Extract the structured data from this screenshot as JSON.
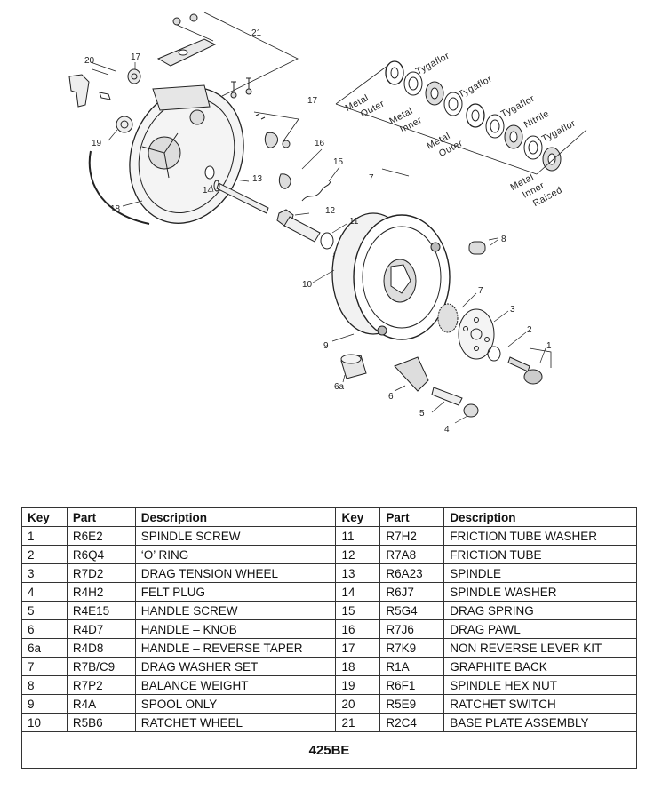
{
  "callouts": {
    "k1": "1",
    "k2": "2",
    "k3": "3",
    "k4": "4",
    "k5": "5",
    "k6": "6",
    "k6a": "6a",
    "k7": "7",
    "k7b": "7",
    "k8": "8",
    "k9": "9",
    "k10": "10",
    "k11": "11",
    "k12": "12",
    "k13": "13",
    "k14": "14",
    "k15": "15",
    "k16": "16",
    "k17a": "17",
    "k17b": "17",
    "k18": "18",
    "k19": "19",
    "k20": "20",
    "k21": "21"
  },
  "washer_words": {
    "metal1": "Metal",
    "outer1": "Outer",
    "tygaflor1": "Tygaflor",
    "metal2": "Metal",
    "inner1": "Inner",
    "tygaflor2": "Tygaflor",
    "metal3": "Metal",
    "outer2": "Outer",
    "tygaflor3": "Tygaflor",
    "nitrile": "Nitrile",
    "tygaflor4": "Tygaflor",
    "metal4": "Metal",
    "inner2": "Inner",
    "raised": "Raised"
  },
  "table": {
    "headers": [
      "Key",
      "Part",
      "Description",
      "Key",
      "Part",
      "Description"
    ],
    "rows": [
      [
        "1",
        "R6E2",
        "SPINDLE SCREW",
        "11",
        "R7H2",
        "FRICTION TUBE WASHER"
      ],
      [
        "2",
        "R6Q4",
        "‘O’ RING",
        "12",
        "R7A8",
        "FRICTION TUBE"
      ],
      [
        "3",
        "R7D2",
        "DRAG TENSION WHEEL",
        "13",
        "R6A23",
        "SPINDLE"
      ],
      [
        "4",
        "R4H2",
        "FELT PLUG",
        "14",
        "R6J7",
        "SPINDLE WASHER"
      ],
      [
        "5",
        "R4E15",
        "HANDLE SCREW",
        "15",
        "R5G4",
        "DRAG SPRING"
      ],
      [
        "6",
        "R4D7",
        "HANDLE – KNOB",
        "16",
        "R7J6",
        "DRAG PAWL"
      ],
      [
        "6a",
        "R4D8",
        "HANDLE – REVERSE TAPER",
        "17",
        "R7K9",
        "NON REVERSE LEVER KIT"
      ],
      [
        "7",
        "R7B/C9",
        "DRAG WASHER SET",
        "18",
        "R1A",
        "GRAPHITE BACK"
      ],
      [
        "8",
        "R7P2",
        "BALANCE WEIGHT",
        "19",
        "R6F1",
        "SPINDLE HEX NUT"
      ],
      [
        "9",
        "R4A",
        "SPOOL ONLY",
        "20",
        "R5E9",
        "RATCHET SWITCH"
      ],
      [
        "10",
        "R5B6",
        "RATCHET WHEEL",
        "21",
        "R2C4",
        "BASE PLATE ASSEMBLY"
      ]
    ],
    "model": "425BE"
  }
}
